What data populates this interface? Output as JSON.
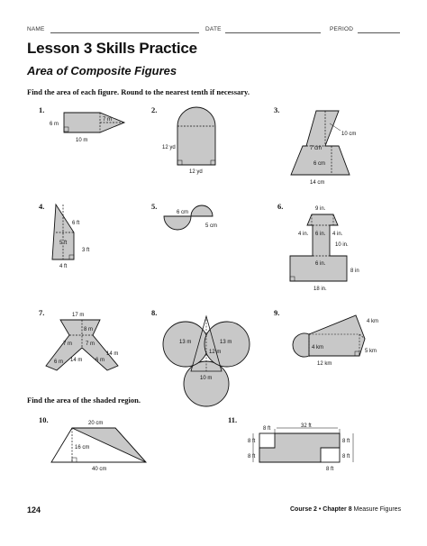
{
  "header": {
    "name_label": "NAME",
    "date_label": "DATE",
    "period_label": "PERIOD"
  },
  "title": "Lesson 3 Skills Practice",
  "subtitle": "Area of Composite Figures",
  "instructions": "Find the area of each figure. Round to the nearest tenth if necessary.",
  "instructions_shaded": "Find the area of the shaded region.",
  "problems": [
    {
      "number": "1.",
      "labels": [
        "6 m",
        "7 m",
        "10 m"
      ]
    },
    {
      "number": "2.",
      "labels": [
        "12 yd",
        "12 yd"
      ]
    },
    {
      "number": "3.",
      "labels": [
        "10 cm",
        "7 cm",
        "6 cm",
        "14 cm"
      ]
    },
    {
      "number": "4.",
      "labels": [
        "6 ft",
        "5 ft",
        "3 ft",
        "4 ft"
      ]
    },
    {
      "number": "5.",
      "labels": [
        "6 cm",
        "5 cm"
      ]
    },
    {
      "number": "6.",
      "labels": [
        "9 in.",
        "4 in.",
        "6 in.",
        "4 in.",
        "10 in.",
        "6 in.",
        "8 in",
        "18 in."
      ]
    },
    {
      "number": "7.",
      "labels": [
        "17 m",
        "8 m",
        "7 m",
        "7 m",
        "14 m",
        "14 m",
        "6 m",
        "6 m"
      ]
    },
    {
      "number": "8.",
      "labels": [
        "13 m",
        "13 m",
        "12 m",
        "10 m"
      ]
    },
    {
      "number": "9.",
      "labels": [
        "4 km",
        "4 km",
        "5 km",
        "12 km"
      ]
    },
    {
      "number": "10.",
      "labels": [
        "20 cm",
        "16 cm",
        "40 cm"
      ]
    },
    {
      "number": "11.",
      "labels": [
        "8 ft",
        "32 ft",
        "8 ft",
        "8 ft",
        "8 ft",
        "8 ft",
        "8 ft"
      ]
    }
  ],
  "footer": {
    "page_number": "124",
    "course": "Course 2 • Chapter 8",
    "topic": "Measure Figures"
  },
  "colors": {
    "shade": "#c8c8c8",
    "line": "#111111"
  }
}
